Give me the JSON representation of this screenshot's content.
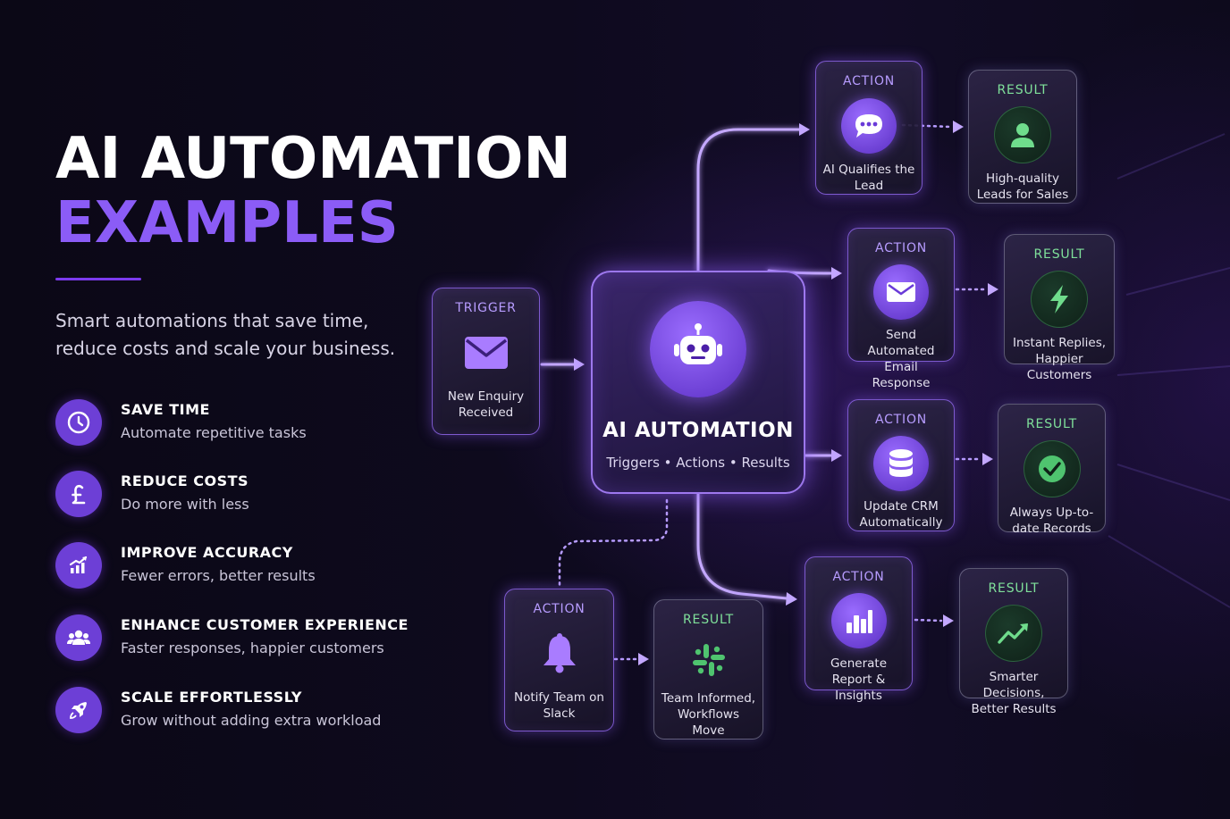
{
  "title": {
    "line1": "AI AUTOMATION",
    "line2": "EXAMPLES"
  },
  "subtitle": "Smart automations that save time, reduce costs and scale your business.",
  "benefits": [
    {
      "icon": "clock-icon",
      "title": "SAVE TIME",
      "desc": "Automate repetitive tasks"
    },
    {
      "icon": "pound-icon",
      "title": "REDUCE COSTS",
      "desc": "Do more with less"
    },
    {
      "icon": "chart-up-icon",
      "title": "IMPROVE ACCURACY",
      "desc": "Fewer errors, better results"
    },
    {
      "icon": "people-icon",
      "title": "ENHANCE CUSTOMER EXPERIENCE",
      "desc": "Faster responses, happier customers"
    },
    {
      "icon": "rocket-icon",
      "title": "SCALE EFFORTLESSLY",
      "desc": "Grow without adding extra workload"
    }
  ],
  "trigger": {
    "tag": "TRIGGER",
    "icon": "envelope-icon",
    "label": "New Enquiry Received"
  },
  "hub": {
    "icon": "robot-icon",
    "title": "AI AUTOMATION",
    "subtitle": "Triggers • Actions • Results"
  },
  "flows": [
    {
      "action": {
        "tag": "ACTION",
        "icon": "chat-icon",
        "label": "AI Qualifies the Lead"
      },
      "result": {
        "tag": "RESULT",
        "icon": "user-icon",
        "label": "High-quality Leads for Sales"
      }
    },
    {
      "action": {
        "tag": "ACTION",
        "icon": "envelope-icon",
        "label": "Send Automated Email Response"
      },
      "result": {
        "tag": "RESULT",
        "icon": "lightning-icon",
        "label": "Instant Replies, Happier Customers"
      }
    },
    {
      "action": {
        "tag": "ACTION",
        "icon": "database-icon",
        "label": "Update CRM Automatically"
      },
      "result": {
        "tag": "RESULT",
        "icon": "checkmark-icon",
        "label": "Always Up-to-date Records"
      }
    },
    {
      "action": {
        "tag": "ACTION",
        "icon": "bar-chart-icon",
        "label": "Generate Report & Insights"
      },
      "result": {
        "tag": "RESULT",
        "icon": "trend-up-icon",
        "label": "Smarter Decisions, Better Results"
      }
    },
    {
      "action": {
        "tag": "ACTION",
        "icon": "bell-icon",
        "label": "Notify Team on Slack"
      },
      "result": {
        "tag": "RESULT",
        "icon": "slack-icon",
        "label": "Team Informed, Workflows Move"
      }
    }
  ],
  "colors": {
    "accent": "#8b5cf6",
    "result_green": "#7fe09a",
    "background": "#0e0a1e"
  }
}
